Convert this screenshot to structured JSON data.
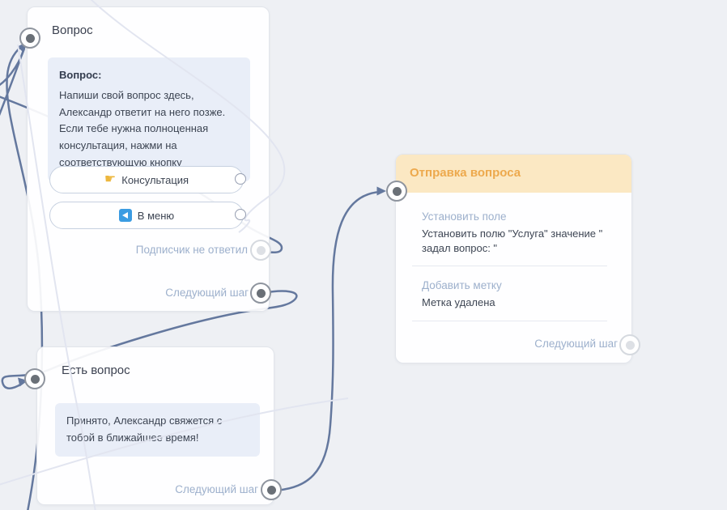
{
  "canvas": {
    "bg_color": "#eef0f4",
    "edge_color": "#64789e",
    "edge_light_color": "#e2e5f0"
  },
  "nodes": {
    "question": {
      "title": "Вопрос",
      "message": {
        "label": "Вопрос:",
        "text": "Напиши свой вопрос здесь, Александр ответит на него позже. Если тебе нужна полноценная консультация, нажми на соответствующую кнопку"
      },
      "buttons": [
        {
          "icon": "pointing-hand-emoji",
          "label": "Консультация"
        },
        {
          "icon": "back-arrow-emoji",
          "label": "В меню"
        }
      ],
      "no_answer_label": "Подписчик не ответил",
      "next_step_label": "Следующий шаг"
    },
    "send_question": {
      "title": "Отправка вопроса",
      "header_bg": "#fbe8c3",
      "header_color": "#eda94d",
      "sections": [
        {
          "label": "Установить поле",
          "value": "Установить полю \"Услуга\" значение \"\nзадал вопрос: \""
        },
        {
          "label": "Добавить метку",
          "value": "Метка удалена"
        }
      ],
      "next_step_label": "Следующий шаг"
    },
    "has_question": {
      "title": "Есть вопрос",
      "message_text": "Принято, Александр свяжется с тобой в ближайшее время!",
      "next_step_label": "Следующий шаг"
    }
  }
}
